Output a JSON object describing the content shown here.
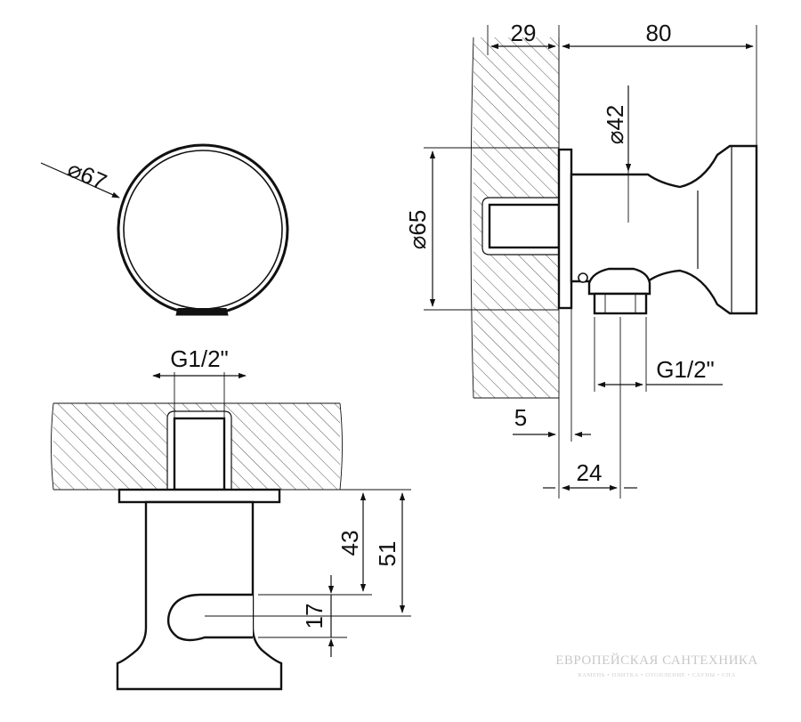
{
  "dimensions": {
    "top_view_diameter": "67",
    "bottom_thread": "G1/2\"",
    "bottom_height_43": "43",
    "bottom_height_51": "51",
    "bottom_slot_17": "17",
    "side_wall_29": "29",
    "side_length_80": "80",
    "side_body_diameter": "42",
    "side_flange_diameter": "65",
    "side_outlet_thread": "G1/2\"",
    "side_flange_5": "5",
    "side_offset_24": "24"
  },
  "watermark": {
    "title": "ЕВРОПЕЙСКАЯ САНТЕХНИКА",
    "subtitle": "КАМЕНЬ • ПЛИТКА • ОТОПЛЕНИЕ • САУНЫ • СПА"
  }
}
